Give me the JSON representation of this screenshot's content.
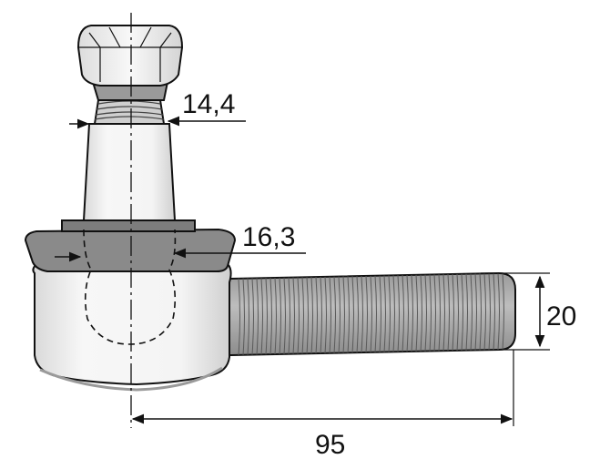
{
  "dimensions": {
    "stud_diameter": "14,4",
    "cone_diameter": "16,3",
    "thread_diameter": "20",
    "length": "95"
  },
  "colors": {
    "body": "#f2f2f2",
    "shaded": "#8a8a8a",
    "thread": "#a6a6a6",
    "line": "#111111"
  }
}
